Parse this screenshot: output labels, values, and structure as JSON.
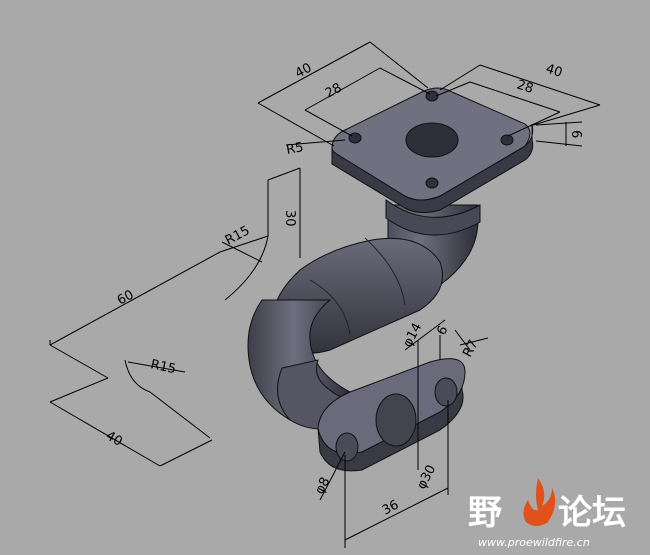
{
  "dimensions": {
    "flange_width_top": "40",
    "flange_hole_spacing_top": "28",
    "flange_width_side": "40",
    "flange_hole_spacing_side": "28",
    "flange_thickness": "6",
    "flange_corner_radius": "R5",
    "bend_radius_upper": "R15",
    "vertical_length": "30",
    "horizontal_length": "60",
    "bend_radius_lower": "R15",
    "base_offset": "40",
    "bottom_boss_diameter": "φ14",
    "bottom_flange_thickness": "6",
    "bottom_flange_radius": "R7",
    "bottom_hole_diameter": "φ8",
    "bottom_bore_diameter": "φ30",
    "bottom_hole_spacing": "36"
  },
  "watermark": {
    "title_part1": "野",
    "title_part2": "火",
    "title_part3": "论坛",
    "url": "www.proewildfire.cn"
  },
  "colors": {
    "background": "#a9a9a9",
    "part_fill": "#5b5b6b",
    "part_light": "#7c7c8c",
    "part_dark": "#35353f",
    "flame": "#e0521a"
  }
}
